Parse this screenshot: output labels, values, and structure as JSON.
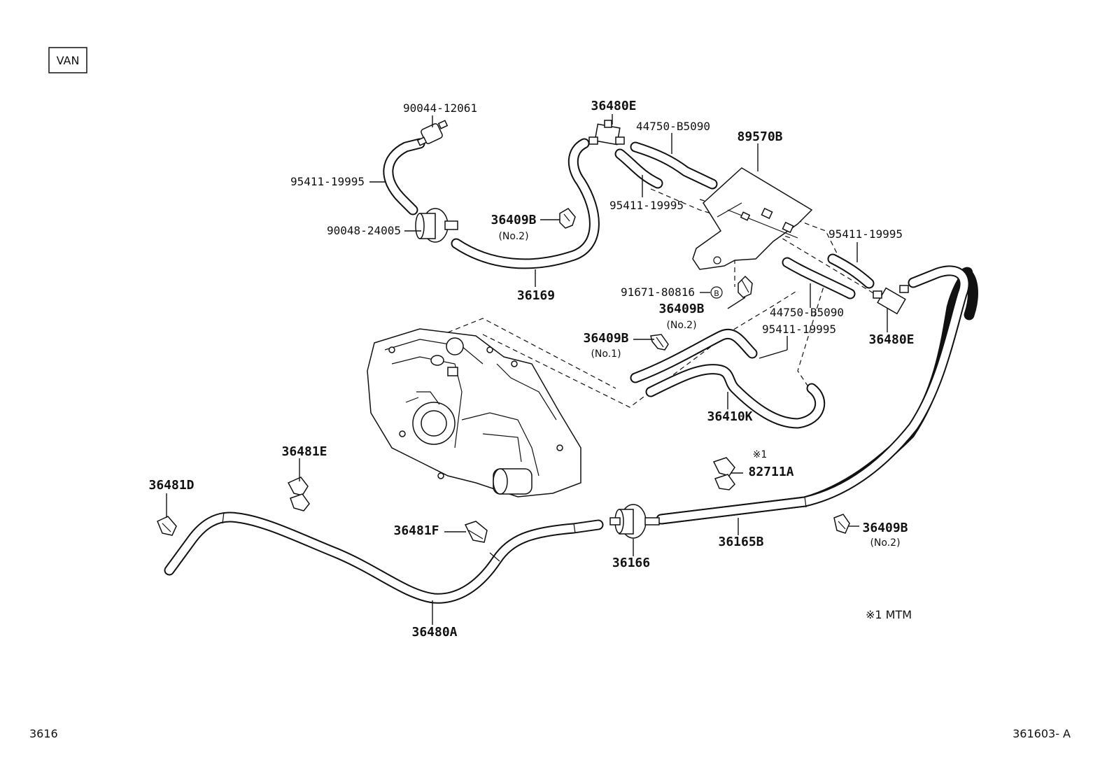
{
  "variant_tag": "VAN",
  "footer": {
    "left": "3616",
    "right": "361603- A"
  },
  "note": "※1  MTM",
  "parts": {
    "p90044": "90044-12061",
    "p95411_a": "95411-19995",
    "p90048": "90048-24005",
    "p36409b_a": "36409B",
    "p36409b_a_sub": "(No.2)",
    "p36169": "36169",
    "p36480e_top": "36480E",
    "p44750_top": "44750-B5090",
    "p95411_b": "95411-19995",
    "p89570b": "89570B",
    "p95411_c": "95411-19995",
    "p91671": "91671-80816",
    "p91671_sym": "B",
    "p36409b_b": "36409B",
    "p36409b_b_sub": "(No.2)",
    "p44750_mid": "44750-B5090",
    "p36480e_right": "36480E",
    "p95411_d": "95411-19995",
    "p36409b_c": "36409B",
    "p36409b_c_sub": "(No.1)",
    "p36410k": "36410K",
    "p82711a_mark": "※1",
    "p82711a": "82711A",
    "p36481e": "36481E",
    "p36481d": "36481D",
    "p36481f": "36481F",
    "p36166": "36166",
    "p36165b": "36165B",
    "p36409b_d": "36409B",
    "p36409b_d_sub": "(No.2)",
    "p36480a": "36480A"
  }
}
